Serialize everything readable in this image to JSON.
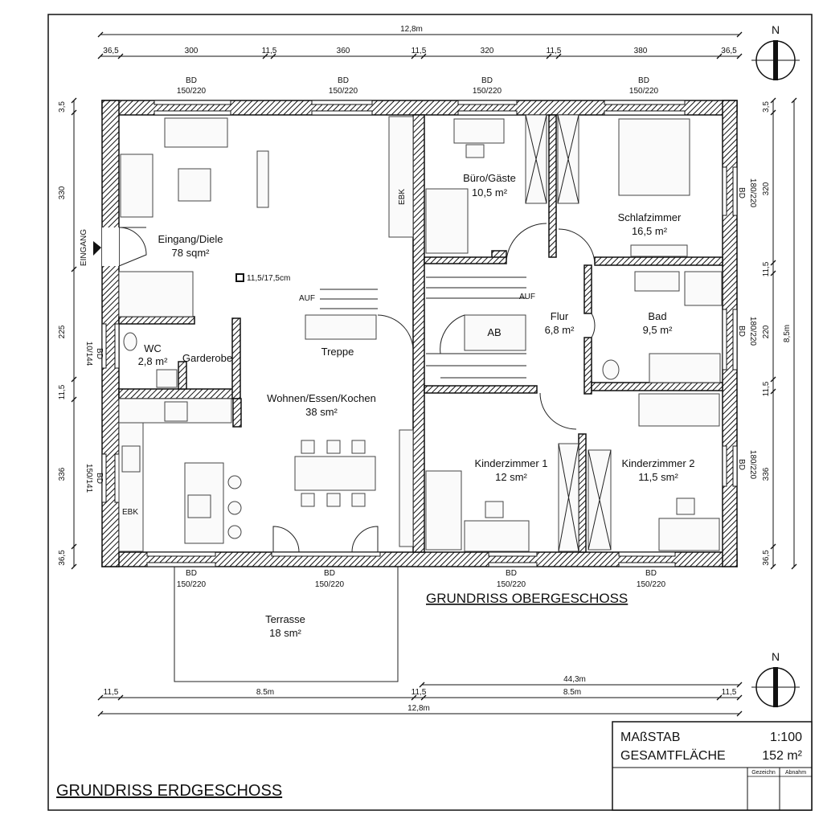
{
  "dimensions": {
    "top_total": "12,8m",
    "top_segments": [
      "36,5",
      "300",
      "11,5",
      "360",
      "11,5",
      "320",
      "11,5",
      "380",
      "36,5"
    ],
    "left_segments": [
      "3,5",
      "330",
      "225",
      "11,5",
      "336",
      "36,5"
    ],
    "right_segments": [
      "3,5",
      "320",
      "11,5",
      "220",
      "11,5",
      "336",
      "36,5"
    ],
    "right_total": "8,5m",
    "bottom_partial": "44,3m",
    "bottom_segments": [
      "11,5",
      "8.5m",
      "11,5",
      "8.5m",
      "11,5"
    ],
    "bottom_total": "12,8m"
  },
  "openings": {
    "bd_label": "BD",
    "top_window_size": "150/220",
    "bottom_window_size": "150/220",
    "left_window_1": "10/144",
    "left_window_2": "150/141",
    "right_window_1": "180/220",
    "right_window_2": "180/220",
    "right_window_3": "180/220"
  },
  "rooms": {
    "eingang_name": "Eingang/Diele",
    "eingang_area": "78 sqm²",
    "eingang_marker": "EINGANG",
    "wc_name": "WC",
    "wc_area": "2,8 m²",
    "garderobe": "Garderobe",
    "wohnen_name": "Wohnen/Essen/Kochen",
    "wohnen_area": "38 sm²",
    "treppe": "Treppe",
    "auf": "AUF",
    "stair_note": "11,5/17,5cm",
    "ebk": "EBK",
    "buero_name": "Büro/Gäste",
    "buero_area": "10,5 m²",
    "schlaf_name": "Schlafzimmer",
    "schlaf_area": "16,5 m²",
    "flur_name": "Flur",
    "flur_area": "6,8 m²",
    "ab": "AB",
    "bad_name": "Bad",
    "bad_area": "9,5 m²",
    "kinder1_name": "Kinderzimmer 1",
    "kinder1_area": "12 sm²",
    "kinder2_name": "Kinderzimmer 2",
    "kinder2_area": "11,5 sm²",
    "terrasse_name": "Terrasse",
    "terrasse_area": "18 sm²"
  },
  "titles": {
    "obergeschoss": "GRUNDRISS OBERGESCHOSS",
    "erdgeschoss": "GRUNDRISS ERDGESCHOSS",
    "north": "N"
  },
  "title_block": {
    "scale_label": "MAßSTAB",
    "scale_value": "1:100",
    "area_label": "GESAMTFLÄCHE",
    "area_value": "152 m²",
    "col1": "Gezeichn",
    "col2": "Abnahm"
  }
}
